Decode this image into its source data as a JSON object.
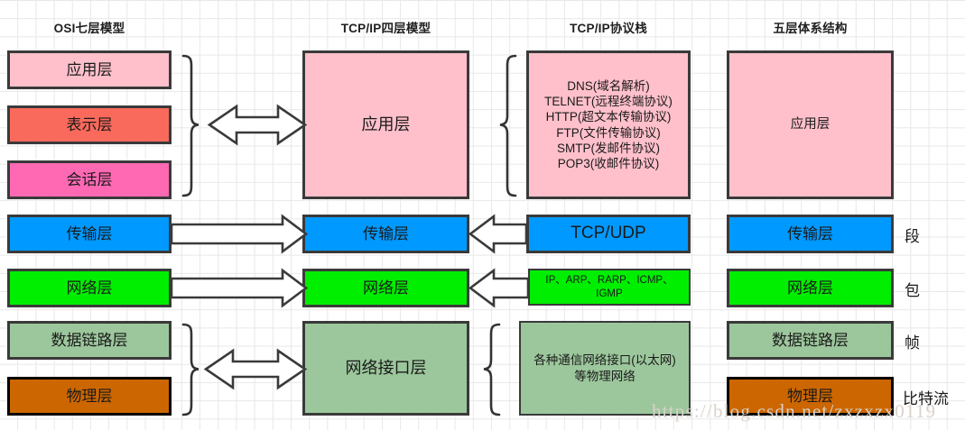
{
  "headers": [
    {
      "id": "osi",
      "label": "OSI七层模型"
    },
    {
      "id": "tcpip4",
      "label": "TCP/IP四层模型"
    },
    {
      "id": "stack",
      "label": "TCP/IP协议栈"
    },
    {
      "id": "five",
      "label": "五层体系结构"
    }
  ],
  "osi_layers": [
    {
      "label": "应用层",
      "color": "#FFC0CB"
    },
    {
      "label": "表示层",
      "color": "#FA6A5C"
    },
    {
      "label": "会话层",
      "color": "#FF69B4"
    },
    {
      "label": "传输层",
      "color": "#0099FF"
    },
    {
      "label": "网络层",
      "color": "#00EE00"
    },
    {
      "label": "数据链路层",
      "color": "#9CC79C"
    },
    {
      "label": "物理层",
      "color": "#CC6600"
    }
  ],
  "tcpip_layers": [
    {
      "label": "应用层",
      "color": "#FFC0CB"
    },
    {
      "label": "传输层",
      "color": "#0099FF"
    },
    {
      "label": "网络层",
      "color": "#00EE00"
    },
    {
      "label": "网络接口层",
      "color": "#9CC79C"
    }
  ],
  "stack_layers": [
    {
      "label": "DNS(域名解析)\nTELNET(远程终端协议)\nHTTP(超文本传输协议)\nFTP(文件传输协议)\nSMTP(发邮件协议)\nPOP3(收邮件协议)",
      "color": "#FFC0CB"
    },
    {
      "label": "TCP/UDP",
      "color": "#0099FF"
    },
    {
      "label": "IP、ARP、RARP、ICMP、IGMP",
      "color": "#00EE00"
    },
    {
      "label": "各种通信网络接口(以太网)等物理网络",
      "color": "#9CC79C"
    }
  ],
  "five_layers": [
    {
      "label": "应用层",
      "color": "#FFC0CB",
      "pdu": ""
    },
    {
      "label": "传输层",
      "color": "#0099FF",
      "pdu": "段"
    },
    {
      "label": "网络层",
      "color": "#00EE00",
      "pdu": "包"
    },
    {
      "label": "数据链路层",
      "color": "#9CC79C",
      "pdu": "帧"
    },
    {
      "label": "物理层",
      "color": "#CC6600",
      "pdu": "比特流"
    }
  ],
  "watermark": "https://blog.csdn.net/zxzxzx0119",
  "colors": {
    "pink": "#FFC0CB",
    "salmon": "#FA6A5C",
    "hotpink": "#FF69B4",
    "blue": "#0099FF",
    "green": "#00EE00",
    "sage": "#9CC79C",
    "orange": "#CC6600",
    "stroke": "#3A3A3A",
    "grid": "#E8E8E8"
  }
}
